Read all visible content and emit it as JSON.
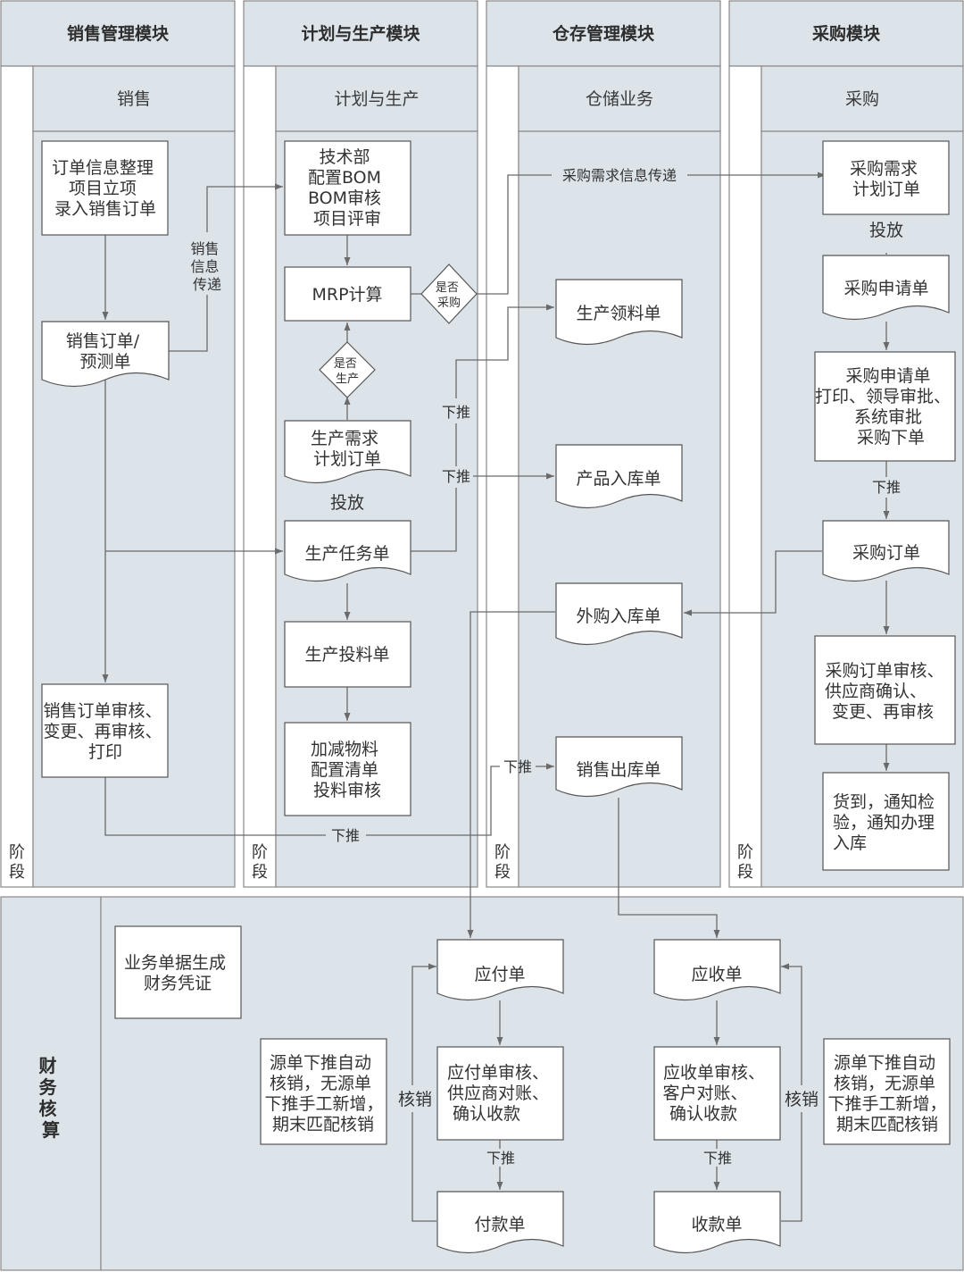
{
  "colors": {
    "lane_fill": "#dce4ea",
    "line": "#6a6a6a",
    "box_fill": "#ffffff"
  },
  "lanes": {
    "sales": {
      "header": "销售管理模块",
      "sub": "销售",
      "stage": [
        "阶",
        "段"
      ]
    },
    "production": {
      "header": "计划与生产模块",
      "sub": "计划与生产",
      "stage": [
        "阶",
        "段"
      ]
    },
    "warehouse": {
      "header": "仓存管理模块",
      "sub": "仓储业务",
      "stage": [
        "阶",
        "段"
      ]
    },
    "purchase": {
      "header": "采购模块",
      "sub": "采购",
      "stage": [
        "阶",
        "段"
      ]
    }
  },
  "finance": {
    "label": [
      "财",
      "务",
      "核",
      "算"
    ]
  },
  "nodes": {
    "order_info": [
      "订单信息整理",
      "项目立项",
      "录入销售订单"
    ],
    "sales_order": [
      "销售订单/",
      "预测单"
    ],
    "sales_review": [
      "销售订单审核、",
      "变更、再审核、",
      "打印"
    ],
    "tech_dept": [
      "技术部",
      "配置BOM",
      "BOM审核",
      "项目评审"
    ],
    "mrp": [
      "MRP计算"
    ],
    "is_purchase": [
      "是否",
      "采购"
    ],
    "is_produce": [
      "是否",
      "生产"
    ],
    "prod_demand": [
      "生产需求",
      "计划订单"
    ],
    "release_prod": [
      "投放"
    ],
    "prod_task": [
      "生产任务单"
    ],
    "prod_feed": [
      "生产投料单"
    ],
    "material_adj": [
      "加减物料",
      "配置清单",
      "投料审核"
    ],
    "prod_pick": [
      "生产领料单"
    ],
    "product_in": [
      "产品入库单"
    ],
    "purchase_in": [
      "外购入库单"
    ],
    "sales_out": [
      "销售出库单"
    ],
    "purchase_demand": [
      "采购需求",
      "计划订单"
    ],
    "release_pur": [
      "投放"
    ],
    "pur_request": [
      "采购申请单"
    ],
    "pur_request_proc": [
      "采购申请单",
      "打印、领导审批、",
      "系统审批",
      "采购下单"
    ],
    "pur_order": [
      "采购订单"
    ],
    "pur_order_review": [
      "采购订单审核、",
      "供应商确认、",
      "变更、再审核"
    ],
    "goods_arrival": [
      "货到，通知检",
      "验，通知办理",
      "入库"
    ],
    "voucher": [
      "业务单据生成",
      "财务凭证"
    ],
    "payable": [
      "应付单"
    ],
    "payable_review": [
      "应付单审核、",
      "供应商对账、",
      "确认收款"
    ],
    "payment": [
      "付款单"
    ],
    "receivable": [
      "应收单"
    ],
    "receivable_review": [
      "应收单审核、",
      "客户对账、",
      "确认收款"
    ],
    "receipt": [
      "收款单"
    ],
    "note_left": [
      "源单下推自动",
      "核销，无源单",
      "下推手工新增，",
      "期末匹配核销"
    ],
    "note_right": [
      "源单下推自动",
      "核销，无源单",
      "下推手工新增，",
      "期末匹配核销"
    ]
  },
  "edge_labels": {
    "sales_info": [
      "销售",
      "信息",
      "传递"
    ],
    "pur_demand": "采购需求信息传递",
    "push": "下推",
    "writeoff": "核销"
  }
}
